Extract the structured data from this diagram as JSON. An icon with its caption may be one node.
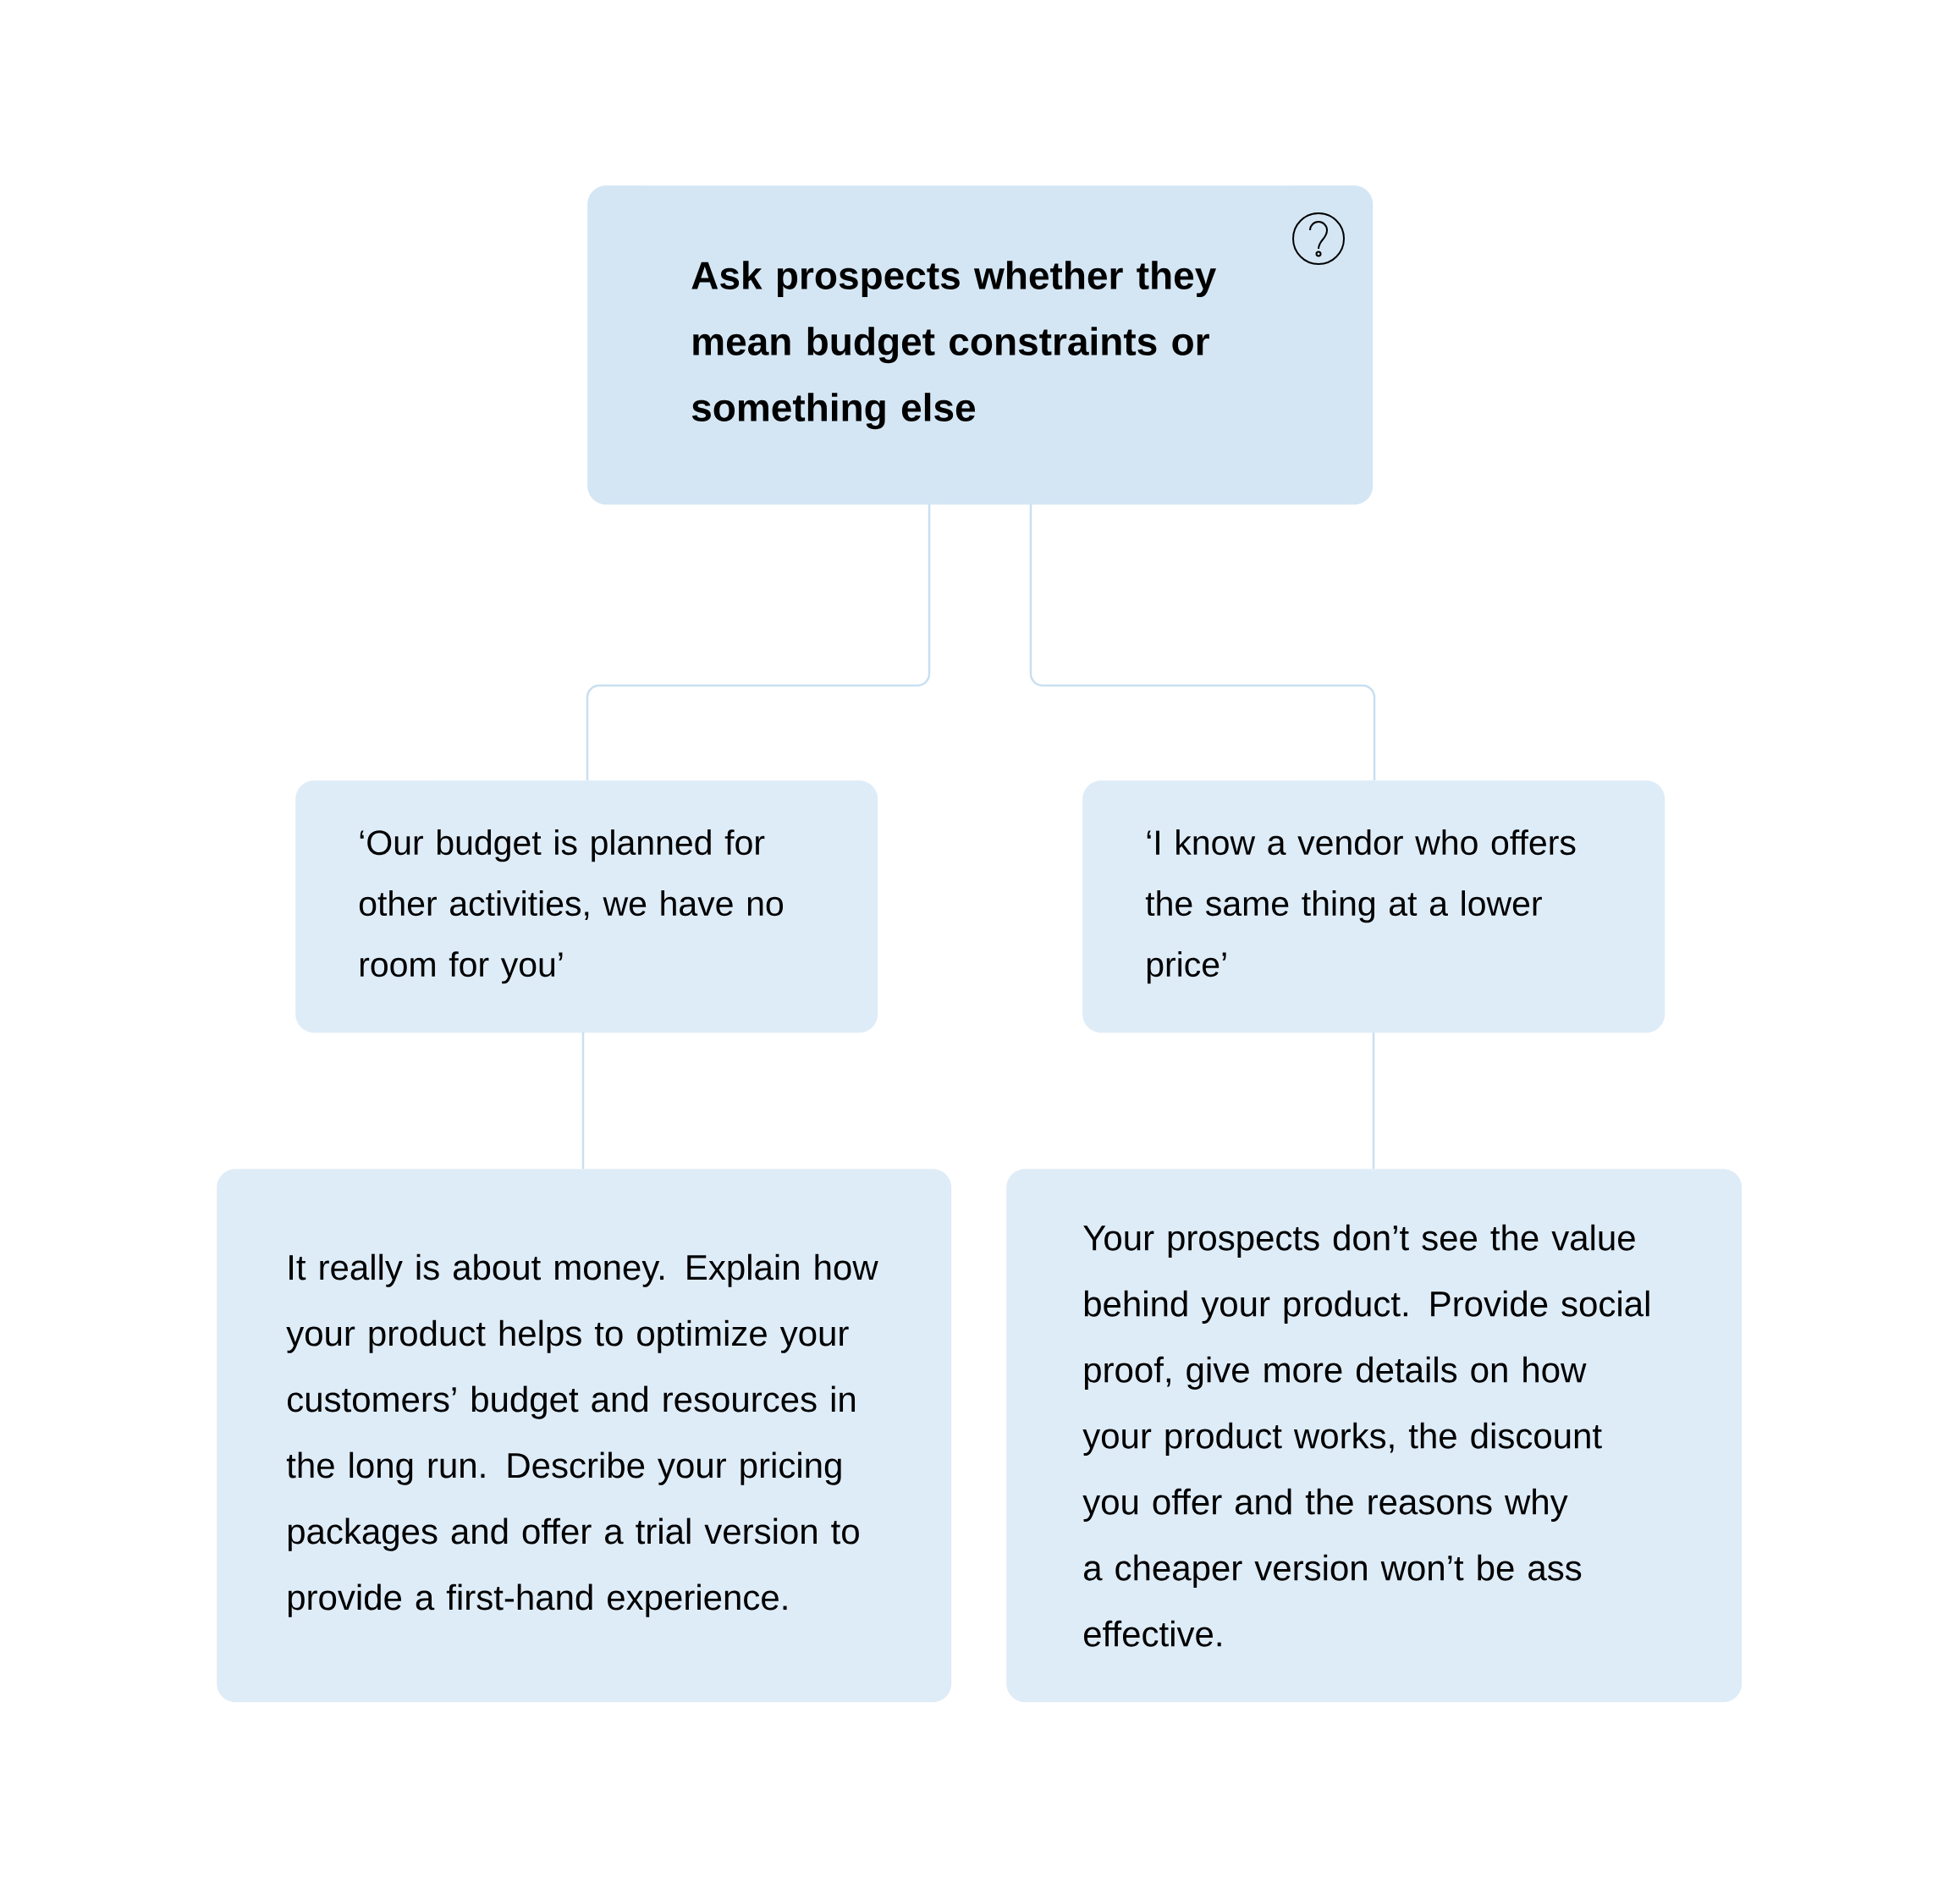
{
  "diagram": {
    "nodes": [
      {
        "text": [
          "Ask prospects whether they mean budget constraints or something else"
        ]
      },
      {
        "text": [
          "‘Our budget is planned for other activities, we have no room for you’"
        ]
      },
      {
        "text": [
          "‘I know a vendor who offers the same thing at a lower price’"
        ]
      },
      {
        "text": [
          "It really is about money. Explain how your product helps to optimize your customers’ budget and resources in the long run. Describe your pricing packages and offer a trial version to provide a first-hand experience."
        ]
      },
      {
        "text": [
          "Your prospects don’t see the value behind your product. Provide social proof, give more details on how your product works, the discount you offer and the reasons why a cheaper version won’t be ass effective."
        ]
      }
    ],
    "edges": [
      {
        "from": 0,
        "to": 1,
        "arrow": "none"
      },
      {
        "from": 0,
        "to": 2,
        "arrow": "none"
      },
      {
        "from": 1,
        "to": 3,
        "arrow": "none"
      },
      {
        "from": 2,
        "to": 4,
        "arrow": "none"
      }
    ]
  }
}
